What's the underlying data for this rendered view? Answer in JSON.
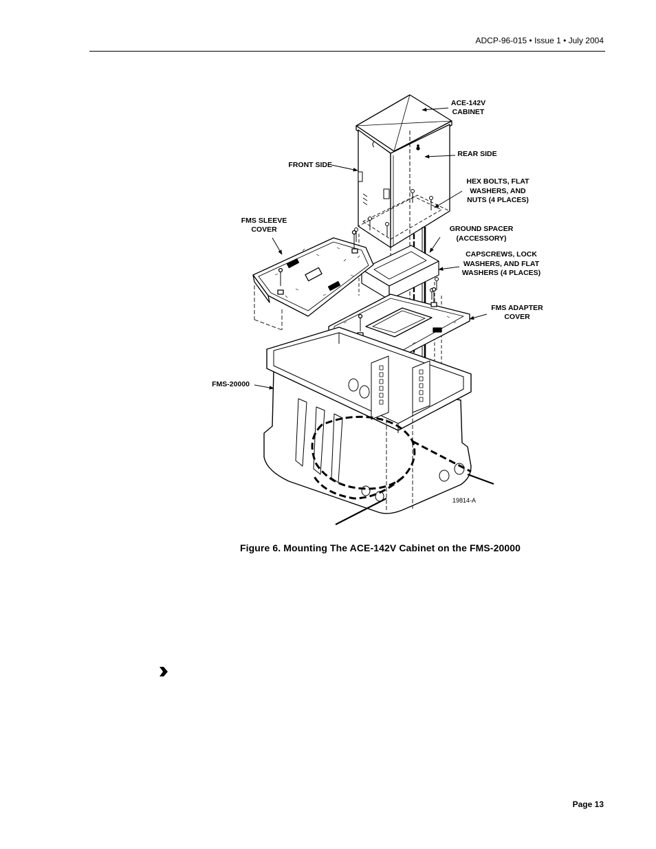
{
  "header": {
    "doc_info": "ADCP-96-015 • Issue 1 • July 2004"
  },
  "figure": {
    "labels": {
      "cabinet_line1": "ACE-142V",
      "cabinet_line2": "CABINET",
      "rear_side": "REAR SIDE",
      "front_side": "FRONT SIDE",
      "hex_line1": "HEX BOLTS, FLAT",
      "hex_line2": "WASHERS, AND",
      "hex_line3": "NUTS (4 PLACES)",
      "sleeve_line1": "FMS SLEEVE",
      "sleeve_line2": "COVER",
      "spacer_line1": "GROUND SPACER",
      "spacer_line2": "(ACCESSORY)",
      "cap_line1": "CAPSCREWS, LOCK",
      "cap_line2": "WASHERS, AND FLAT",
      "cap_line3": "WASHERS (4 PLACES)",
      "adapter_line1": "FMS ADAPTER",
      "adapter_line2": "COVER",
      "fms": "FMS-20000",
      "drawing_number": "19814-A"
    },
    "caption": "Figure 6. Mounting The ACE-142V Cabinet on the FMS-20000"
  },
  "note": {
    "icon": "arrow-right-icon"
  },
  "footer": {
    "page": "Page 13"
  }
}
